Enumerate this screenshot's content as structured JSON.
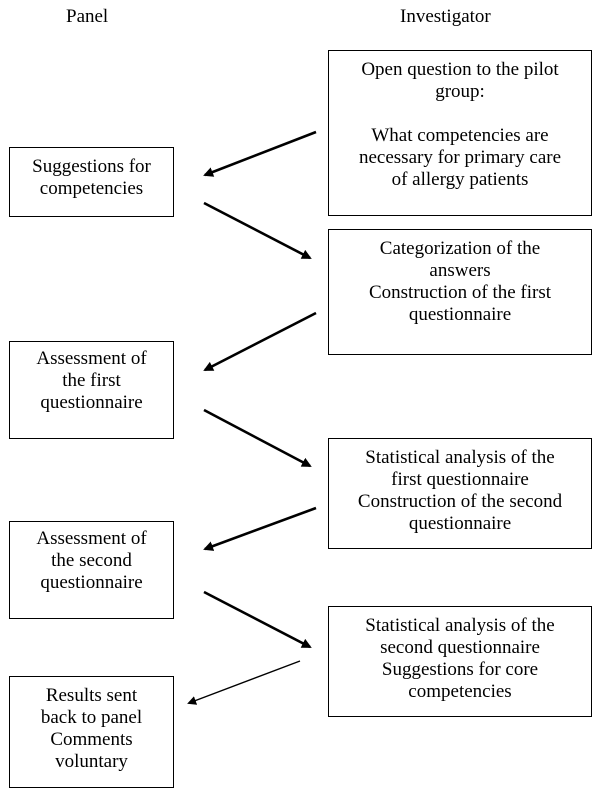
{
  "headers": {
    "panel": "Panel",
    "investigator": "Investigator"
  },
  "investigator_boxes": [
    {
      "text": "Open question to the pilot\ngroup:\n\nWhat competencies are\nnecessary for primary care\nof allergy patients"
    },
    {
      "text": "Categorization of the\nanswers\nConstruction of the first\nquestionnaire"
    },
    {
      "text": "Statistical analysis of the\nfirst questionnaire\nConstruction of the second\nquestionnaire"
    },
    {
      "text": "Statistical analysis of the\nsecond questionnaire\nSuggestions for core\ncompetencies"
    }
  ],
  "panel_boxes": [
    {
      "text": "Suggestions for\ncompetencies"
    },
    {
      "text": "Assessment of\nthe first\nquestionnaire"
    },
    {
      "text": "Assessment of\nthe second\nquestionnaire"
    },
    {
      "text": "Results sent\nback to panel\nComments\nvoluntary"
    }
  ]
}
